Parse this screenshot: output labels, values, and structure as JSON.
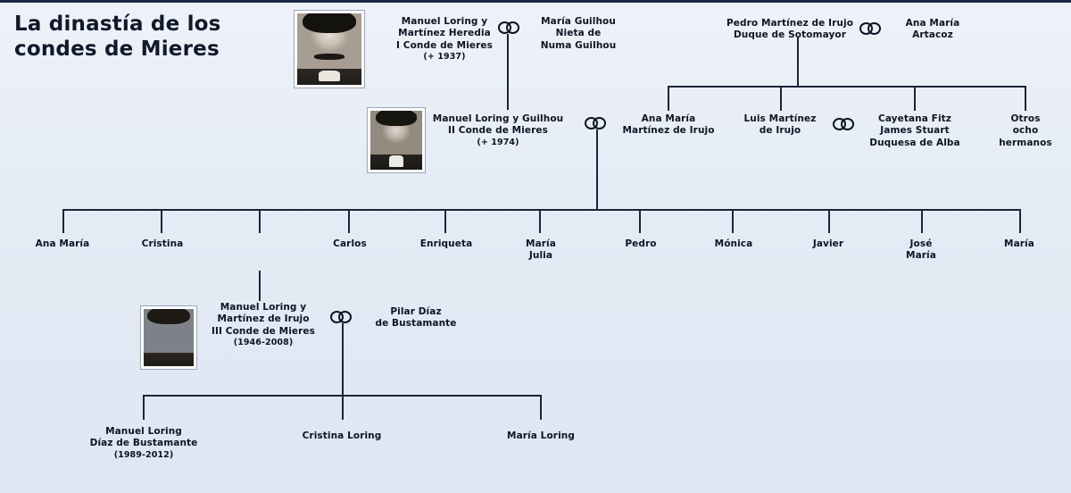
{
  "title": {
    "line1": "La dinastía de los",
    "line2": "condes de Mieres"
  },
  "generation1": {
    "father": {
      "name_line1": "Manuel Loring y",
      "name_line2": "Martínez Heredia",
      "title": "I Conde de Mieres",
      "dates": "(+ 1937)"
    },
    "mother": {
      "name": "María Guilhou",
      "relation_line1": "Nieta de",
      "relation_line2": "Numa Guilhou"
    },
    "irujo_father": {
      "name": "Pedro Martínez de Irujo",
      "title": "Duque de Sotomayor"
    },
    "irujo_mother": {
      "name_line1": "Ana María",
      "name_line2": "Artacoz"
    }
  },
  "generation2": {
    "count_ii": {
      "name": "Manuel Loring y Guilhou",
      "title": "II Conde de Mieres",
      "dates": "(+ 1974)"
    },
    "spouse": {
      "name_line1": "Ana María",
      "name_line2": "Martínez de Irujo"
    },
    "luis": {
      "name_line1": "Luis Martínez",
      "name_line2": "de Irujo"
    },
    "cayetana": {
      "name_line1": "Cayetana Fitz",
      "name_line2": "James Stuart",
      "title": "Duquesa de Alba"
    },
    "others": {
      "line1": "Otros",
      "line2": "ocho",
      "line3": "hermanos"
    }
  },
  "generation3": {
    "children": [
      {
        "name_line1": "Ana María",
        "name_line2": ""
      },
      {
        "name_line1": "Cristina",
        "name_line2": ""
      },
      {
        "name_line1": "Carlos",
        "name_line2": ""
      },
      {
        "name_line1": "Enriqueta",
        "name_line2": ""
      },
      {
        "name_line1": "María",
        "name_line2": "Julia"
      },
      {
        "name_line1": "Pedro",
        "name_line2": ""
      },
      {
        "name_line1": "Mónica",
        "name_line2": ""
      },
      {
        "name_line1": "Javier",
        "name_line2": ""
      },
      {
        "name_line1": "José",
        "name_line2": "María"
      },
      {
        "name_line1": "María",
        "name_line2": ""
      }
    ]
  },
  "generation3b": {
    "count_iii": {
      "name_line1": "Manuel Loring y",
      "name_line2": "Martínez de Irujo",
      "title": "III Conde de Mieres",
      "dates": "(1946-2008)"
    },
    "spouse": {
      "name_line1": "Pilar Díaz",
      "name_line2": "de Bustamante"
    }
  },
  "generation4": {
    "children": [
      {
        "name_line1": "Manuel Loring",
        "name_line2": "Díaz de Bustamante",
        "dates": "(1989-2012)"
      },
      {
        "name_line1": "Cristina Loring",
        "name_line2": "",
        "dates": ""
      },
      {
        "name_line1": "María Loring",
        "name_line2": "",
        "dates": ""
      }
    ]
  },
  "icons": {
    "marriage": "marriage-rings-icon",
    "portrait": "portrait-photo-icon"
  },
  "colors": {
    "line": "#1b2538",
    "text": "#0d1424",
    "background_top": "#eef2f8",
    "background_bottom": "#dde6f2"
  }
}
